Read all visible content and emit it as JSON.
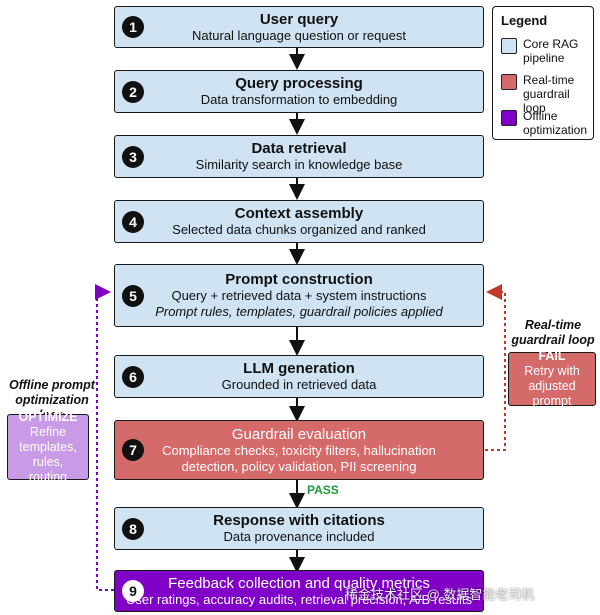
{
  "steps": [
    {
      "num": "1",
      "title": "User query",
      "desc": "Natural language question or request"
    },
    {
      "num": "2",
      "title": "Query processing",
      "desc": "Data transformation to embedding"
    },
    {
      "num": "3",
      "title": "Data retrieval",
      "desc": "Similarity search in knowledge base"
    },
    {
      "num": "4",
      "title": "Context assembly",
      "desc": "Selected data chunks organized and ranked"
    },
    {
      "num": "5",
      "title": "Prompt construction",
      "desc": "Query + retrieved data + system instructions",
      "desc2": "Prompt rules, templates, guardrail policies applied"
    },
    {
      "num": "6",
      "title": "LLM generation",
      "desc": "Grounded in retrieved data"
    },
    {
      "num": "7",
      "title": "Guardrail evaluation",
      "desc": "Compliance checks, toxicity filters, hallucination",
      "desc2": "detection, policy validation, PII screening"
    },
    {
      "num": "8",
      "title": "Response with citations",
      "desc": "Data provenance included"
    },
    {
      "num": "9",
      "title": "Feedback collection and quality metrics",
      "desc": "User ratings, accuracy audits, retrieval precision, A/B results"
    }
  ],
  "pass_label": "PASS",
  "legend": {
    "title": "Legend",
    "items": [
      {
        "label_line1": "Core RAG",
        "label_line2": "pipeline",
        "color": "#cfe3f2"
      },
      {
        "label_line1": "Real-time",
        "label_line2": "guardrail loop",
        "color": "#d46a6a"
      },
      {
        "label_line1": "Offline",
        "label_line2": "optimization",
        "color": "#8000c8"
      }
    ]
  },
  "realtime_loop": {
    "label_line1": "Real-time",
    "label_line2": "guardrail loop",
    "box_title": "FAIL",
    "box_line1": "Retry with",
    "box_line2": "adjusted prompt"
  },
  "offline_loop": {
    "label_line1": "Offline prompt",
    "label_line2": "optimization loop",
    "box_title": "OPTIMIZE",
    "box_line1": "Refine",
    "box_line2": "templates, rules,",
    "box_line3": "routing"
  },
  "colors": {
    "core": "#cfe3f2",
    "guard": "#d46a6a",
    "offline": "#8000c8",
    "offline_light": "#c99be6",
    "pass": "#1f9a3a",
    "fail_dashed": "#c0392b"
  },
  "watermark": "稀金技术社区 @ 数据智能老司机"
}
